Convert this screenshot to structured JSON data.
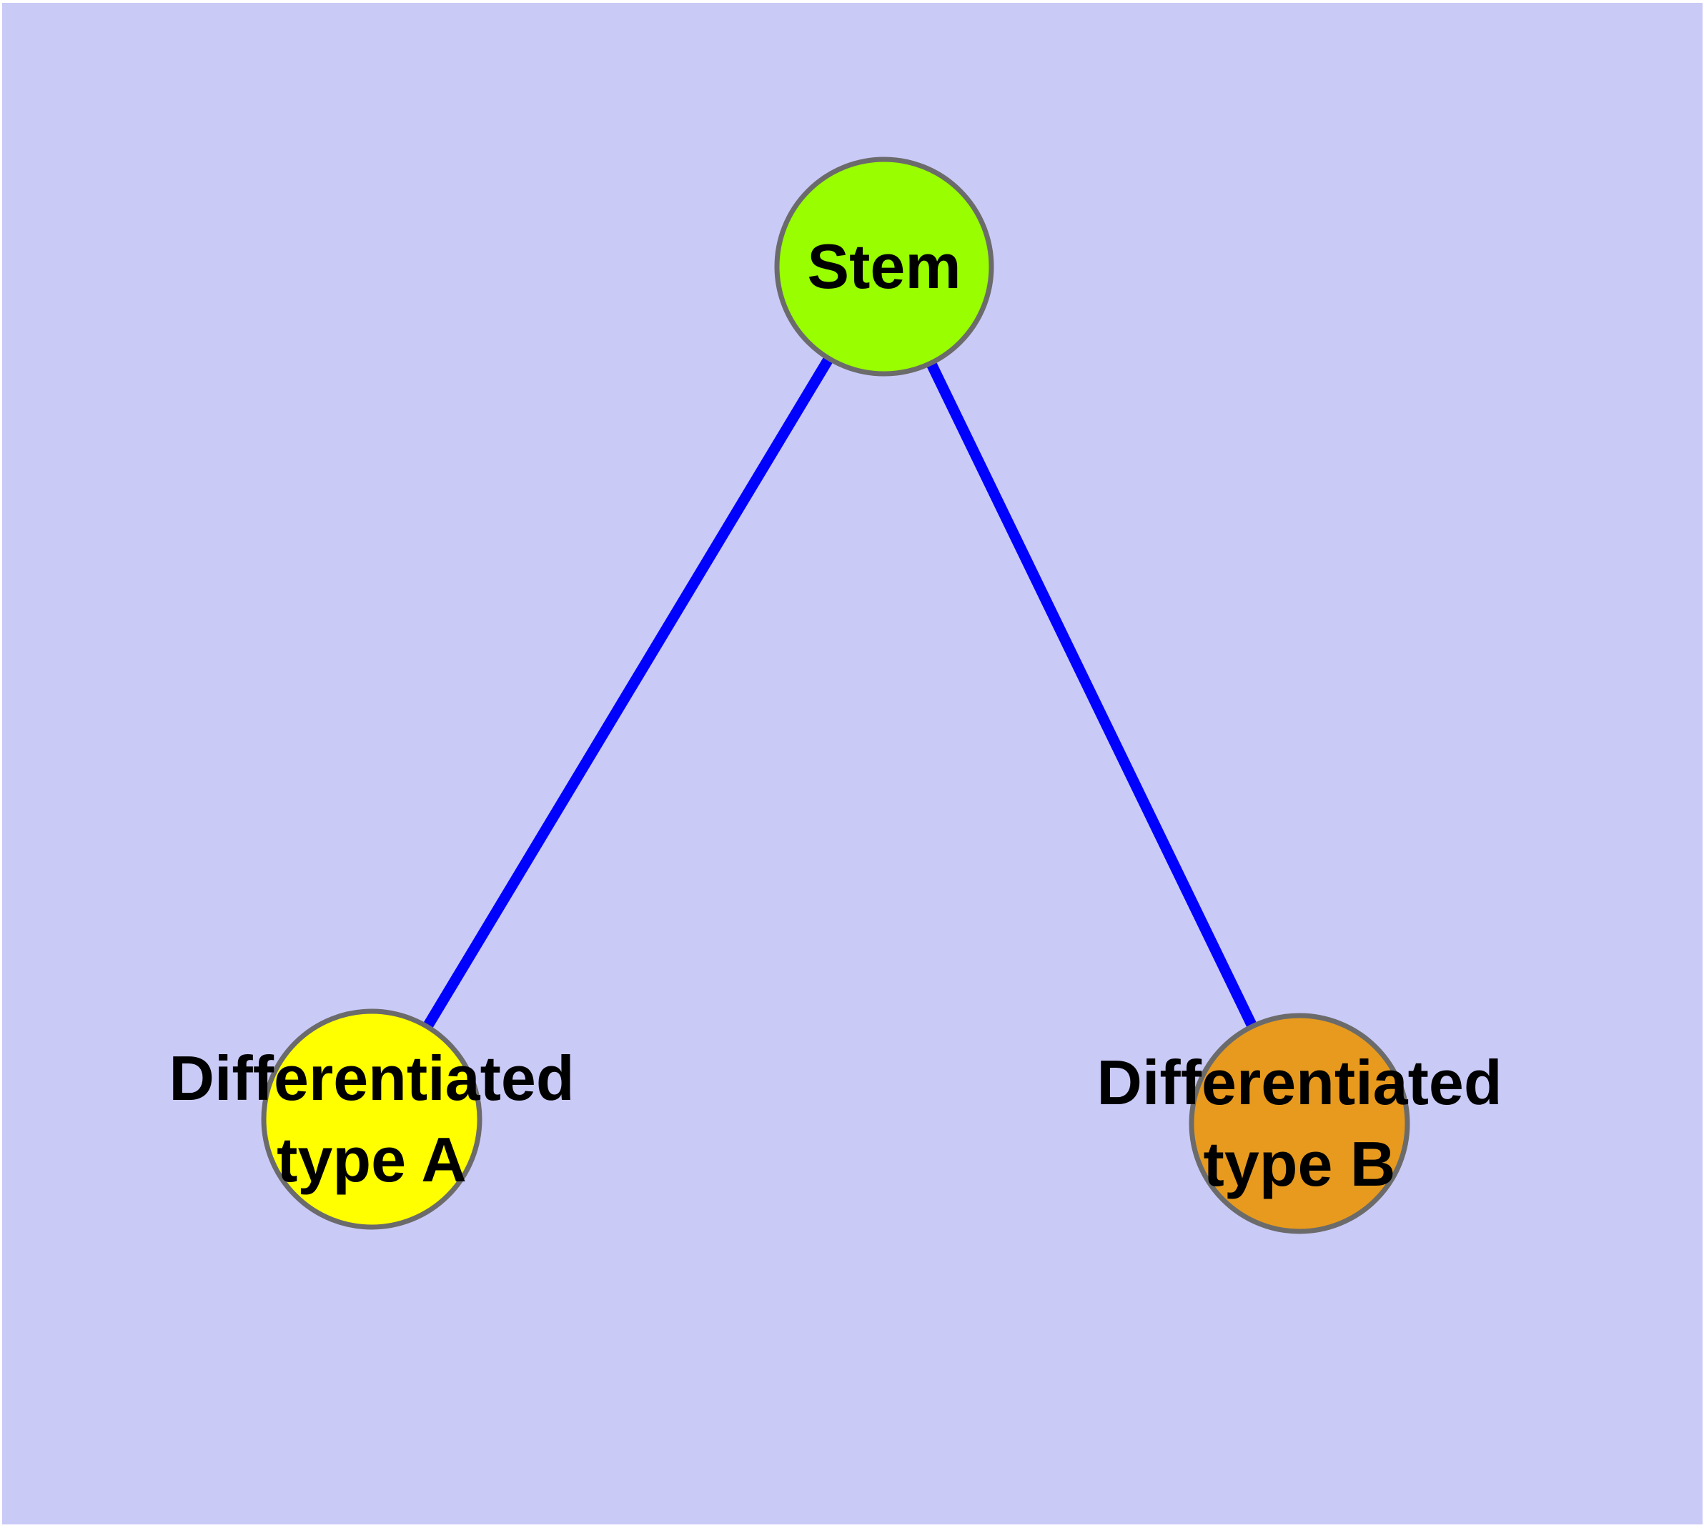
{
  "diagram": {
    "background_color": "#CACAF7",
    "edge_color": "#0000FF",
    "node_border_color": "#6B6B6B",
    "text_color": "#000000",
    "nodes": {
      "stem": {
        "label": "Stem",
        "fill": "#98FE00"
      },
      "type_a": {
        "label_line1": "Differentiated",
        "label_line2": "type A",
        "fill": "#FFFF00"
      },
      "type_b": {
        "label_line1": "Differentiated",
        "label_line2": "type B",
        "fill": "#E79A1E"
      }
    },
    "edges": [
      {
        "from": "Stem",
        "to": "Differentiated type A"
      },
      {
        "from": "Stem",
        "to": "Differentiated type B"
      }
    ]
  }
}
